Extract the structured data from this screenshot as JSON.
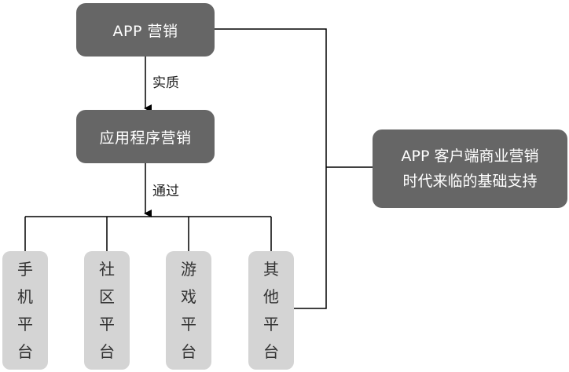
{
  "nodes": {
    "app_marketing": "APP 营销",
    "app_platform_marketing": "应用程序营销",
    "support": {
      "line1": "APP 客户端商业营销",
      "line2": "时代来临的基础支持"
    },
    "platforms": [
      {
        "chars": [
          "手",
          "机",
          "平",
          "台"
        ]
      },
      {
        "chars": [
          "社",
          "区",
          "平",
          "台"
        ]
      },
      {
        "chars": [
          "游",
          "戏",
          "平",
          "台"
        ]
      },
      {
        "chars": [
          "其",
          "他",
          "平",
          "台"
        ]
      }
    ]
  },
  "edges": {
    "essence_label": "实质",
    "via_label": "通过"
  }
}
